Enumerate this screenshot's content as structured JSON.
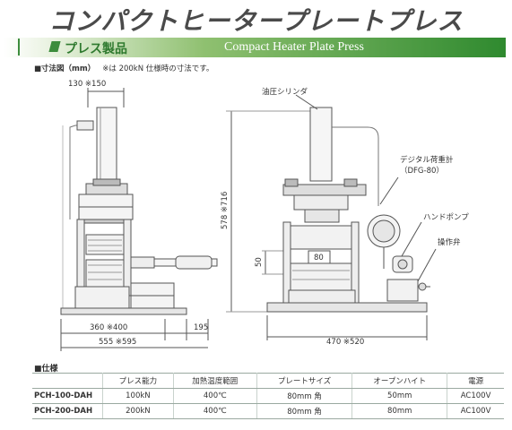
{
  "page": {
    "title": "コンパクトヒータープレートプレス",
    "banner_ja": "プレス製品",
    "banner_en": "Compact Heater Plate Press"
  },
  "dimensions": {
    "heading": "■寸法図（mm）",
    "note": "※は 200kN 仕様時の寸法です。",
    "labels": {
      "top_width": "130 ※150",
      "cylinder": "油圧シリンダ",
      "digital_gauge": "デジタル荷重計",
      "gauge_model": "（DFG-80）",
      "hand_pump": "ハンドポンプ",
      "valve": "操作弁",
      "height": "578 ※716",
      "plate_gap": "50",
      "plate_size": "80",
      "base_depth": "360 ※400",
      "side_ext": "195",
      "total_depth": "555 ※595",
      "front_width": "470 ※520"
    }
  },
  "specs": {
    "heading": "■仕様",
    "columns": [
      "",
      "プレス能力",
      "加熱温度範囲",
      "プレートサイズ",
      "オープンハイト",
      "電源"
    ],
    "rows": [
      [
        "PCH-100-DAH",
        "100kN",
        "400℃",
        "80mm 角",
        "50mm",
        "AC100V"
      ],
      [
        "PCH-200-DAH",
        "200kN",
        "400℃",
        "80mm 角",
        "80mm",
        "AC100V"
      ]
    ]
  }
}
